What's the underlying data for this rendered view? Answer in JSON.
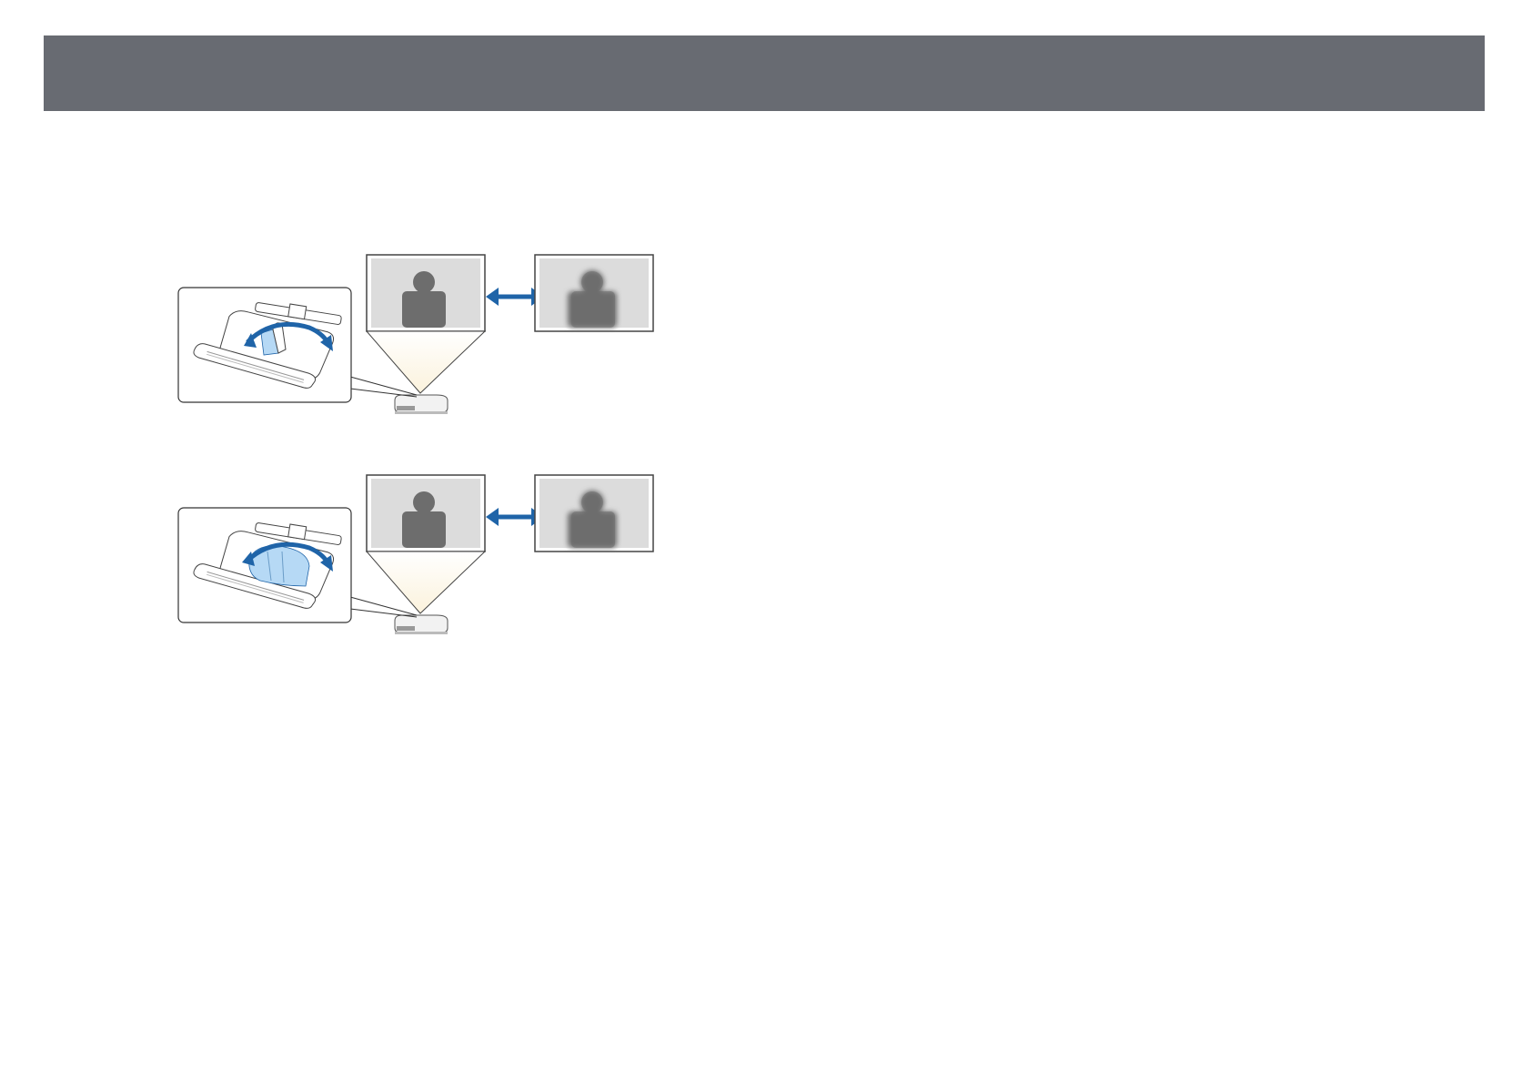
{
  "colors": {
    "header": "#686b72",
    "accent_blue": "#1f64a8",
    "highlight_blue": "#b6d9f5",
    "silhouette": "#6d6d6d",
    "projector_light": "#fbf2dc"
  },
  "illustrations": [
    {
      "id": "focus-ring-partial",
      "variant": "ring-partial"
    },
    {
      "id": "focus-ring-full",
      "variant": "ring-full"
    }
  ]
}
